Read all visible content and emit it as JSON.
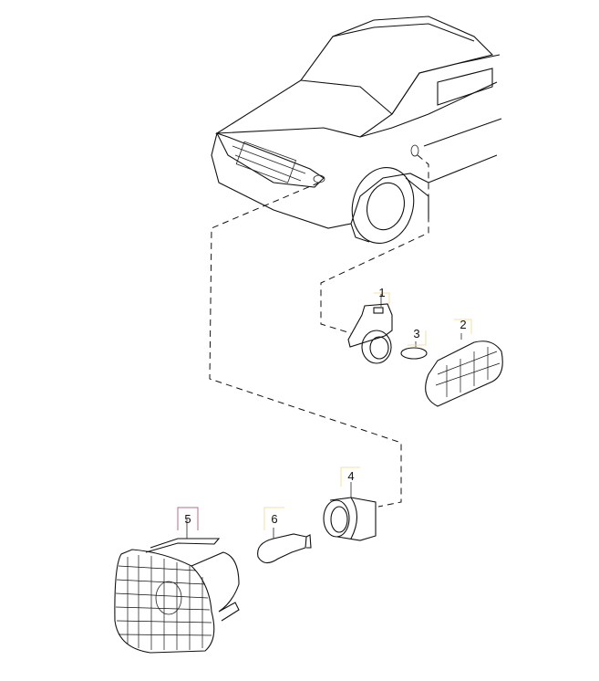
{
  "diagram": {
    "callouts": [
      {
        "number": "1",
        "part": "bulb-holder-side"
      },
      {
        "number": "2",
        "part": "side-marker-lamp"
      },
      {
        "number": "3",
        "part": "wedge-bulb"
      },
      {
        "number": "4",
        "part": "bulb-socket-front"
      },
      {
        "number": "5",
        "part": "front-turn-signal-lamp"
      },
      {
        "number": "6",
        "part": "turn-signal-bulb"
      }
    ],
    "colors": {
      "line": "#111111",
      "bracket_5": "#b07080",
      "bracket_other": "#f0e0a0"
    }
  }
}
